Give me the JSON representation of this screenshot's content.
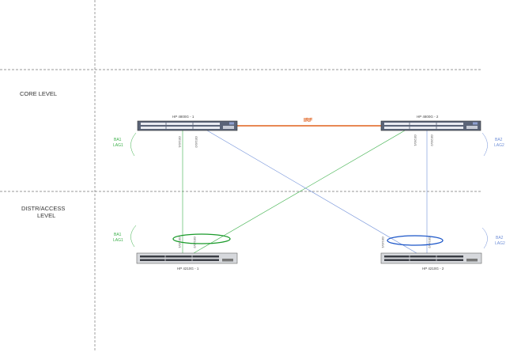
{
  "levels": {
    "core": "CORE LEVEL",
    "distr_line1": "DISTR/ACCESS",
    "distr_line2": "LEVEL"
  },
  "irf_label": "IRF",
  "switches": {
    "core1": "HP 4800G - 1",
    "core2": "HP 4800G - 2",
    "access1": "HP 4210G - 1",
    "access2": "HP 4210G - 2"
  },
  "ports": {
    "core1_a": "GE1/0/1",
    "core1_b": "GE1/0/2",
    "core2_a": "GE2/0/1",
    "core2_b": "GE2/0/2",
    "access1_a": "GE1/0/1",
    "access1_b": "GE1/0/2",
    "access2_a": "GE1/0/1",
    "access2_b": "GE1/0/2"
  },
  "bundles": {
    "ba1": "BA1",
    "lag1": "LAG1",
    "ba2": "BA2",
    "lag2": "LAG2"
  },
  "colors": {
    "green": "#3cb04a",
    "blue": "#6f8fd8",
    "irf": "#e0601c",
    "ellipse_green": "#1a9a2a",
    "ellipse_blue": "#1a55c8"
  }
}
